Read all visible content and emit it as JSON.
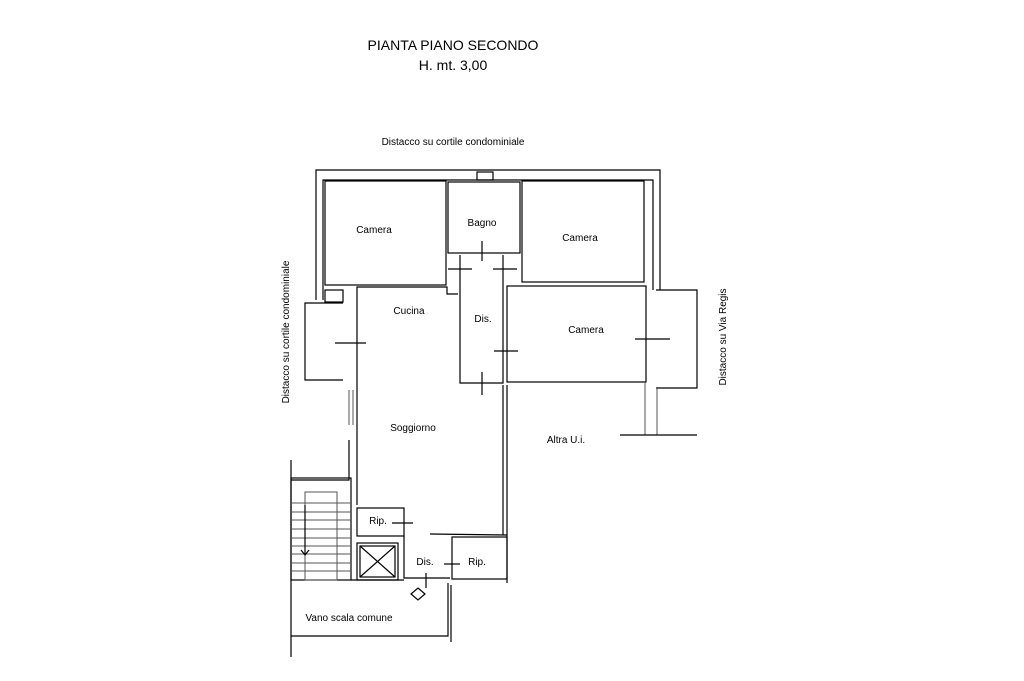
{
  "title": {
    "line1": "PIANTA PIANO SECONDO",
    "line2": "H. mt. 3,00"
  },
  "annotations": {
    "top": "Distacco su cortile condominiale",
    "left": "Distacco su cortile condominiale",
    "right": "Distacco su Via Regis",
    "other_unit": "Altra U.i.",
    "stairwell": "Vano scala comune"
  },
  "rooms": {
    "camera_top_left": "Camera",
    "bagno": "Bagno",
    "camera_top_right": "Camera",
    "cucina": "Cucina",
    "dis_corridor": "Dis.",
    "camera_mid_right": "Camera",
    "soggiorno": "Soggiorno",
    "rip_upper": "Rip.",
    "dis_entry": "Dis.",
    "rip_lower": "Rip."
  }
}
